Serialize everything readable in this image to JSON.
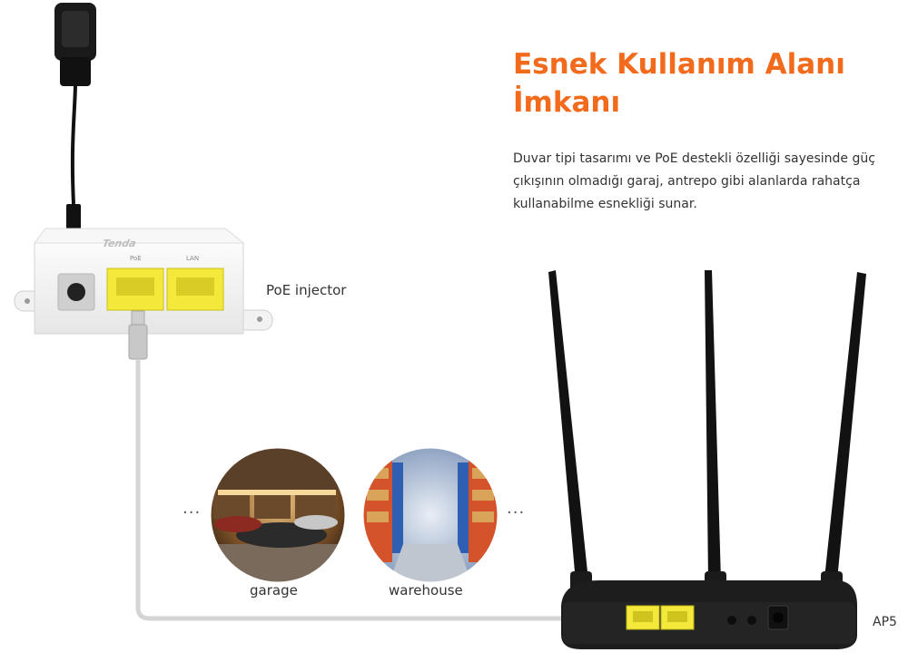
{
  "heading": {
    "line1": "Esnek Kullanım Alanı",
    "line2": "İmkanı"
  },
  "description": "Duvar tipi tasarımı ve PoE destekli özelliği sayesinde güç çıkışının olmadığı garaj, antrepo gibi alanlarda rahatça kullanabilme esnekliği sunar.",
  "injector": {
    "label": "PoE injector",
    "brand": "Tenda",
    "port_poe": "PoE",
    "port_lan": "LAN"
  },
  "scenes": [
    {
      "label": "garage"
    },
    {
      "label": "warehouse"
    }
  ],
  "ellipsis": "...",
  "router": {
    "model": "AP5"
  },
  "colors": {
    "accent": "#f26b1d",
    "port_yellow": "#f4e93a",
    "cable": "#d4d4d4"
  }
}
